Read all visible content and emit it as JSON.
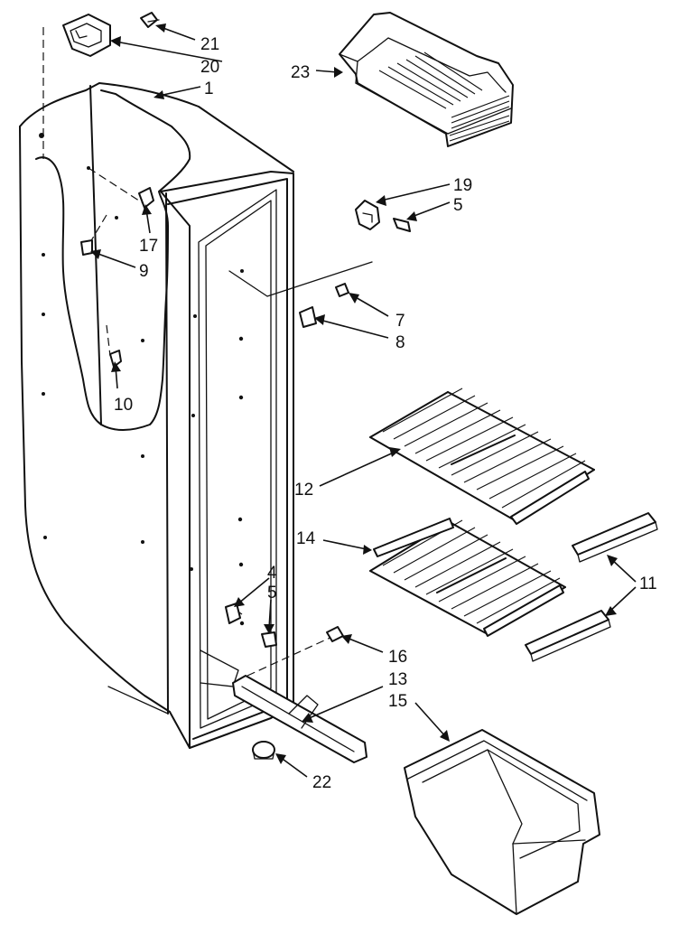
{
  "diagram": {
    "callouts": [
      {
        "id": "c21",
        "label": "21"
      },
      {
        "id": "c20",
        "label": "20"
      },
      {
        "id": "c1",
        "label": "1"
      },
      {
        "id": "c23",
        "label": "23"
      },
      {
        "id": "c19",
        "label": "19"
      },
      {
        "id": "c5a",
        "label": "5"
      },
      {
        "id": "c17",
        "label": "17"
      },
      {
        "id": "c9",
        "label": "9"
      },
      {
        "id": "c7",
        "label": "7"
      },
      {
        "id": "c8",
        "label": "8"
      },
      {
        "id": "c10",
        "label": "10"
      },
      {
        "id": "c12",
        "label": "12"
      },
      {
        "id": "c14",
        "label": "14"
      },
      {
        "id": "c11",
        "label": "11"
      },
      {
        "id": "c4",
        "label": "4"
      },
      {
        "id": "c5b",
        "label": "5"
      },
      {
        "id": "c16",
        "label": "16"
      },
      {
        "id": "c13",
        "label": "13"
      },
      {
        "id": "c15",
        "label": "15"
      },
      {
        "id": "c22",
        "label": "22"
      }
    ]
  }
}
